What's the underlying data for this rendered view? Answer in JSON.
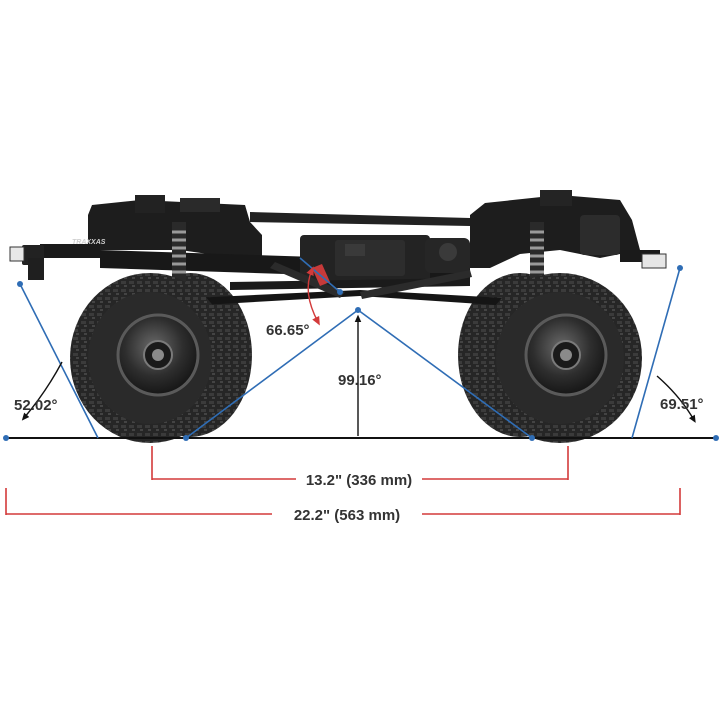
{
  "diagram": {
    "angles": {
      "approach": "52.02°",
      "departure": "69.51°",
      "shock_angle": "66.65°",
      "breakover": "99.16°"
    },
    "dimensions": {
      "wheelbase": "13.2\" (336 mm)",
      "overall_length": "22.2\" (563 mm)"
    },
    "chassis_logo": "TRAXXAS"
  },
  "colors": {
    "angle_lines": "#2f6db5",
    "dimension_lines": "#d33a3a",
    "ground": "#111111",
    "labels": "#333333",
    "chassis": "#1d1d1d",
    "tire": "#2a2a2a",
    "rim": "#3a3a3a",
    "shock_spring": "#9a9a9a"
  }
}
